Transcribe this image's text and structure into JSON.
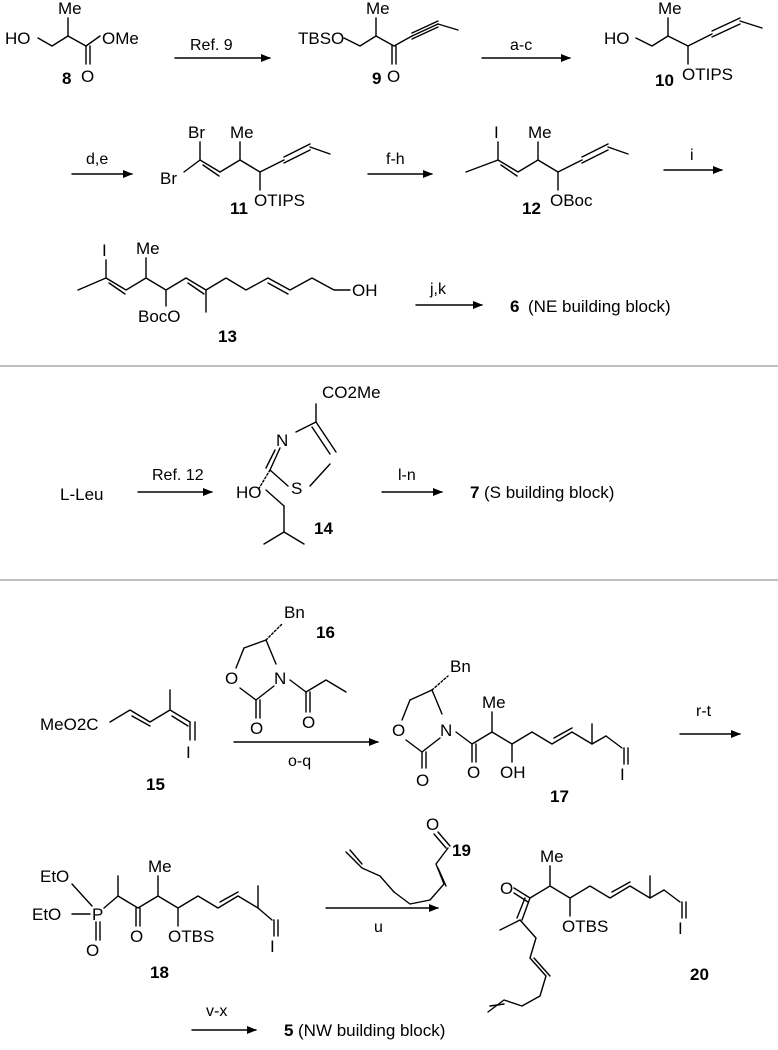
{
  "section_ne": {
    "cmpd_8": {
      "num": "8",
      "sub_me": "Me",
      "ho": "HO",
      "ome": "OMe",
      "o": "O"
    },
    "arrow_1": {
      "label": "Ref. 9"
    },
    "cmpd_9": {
      "num": "9",
      "tbso": "TBSO",
      "me": "Me",
      "o": "O"
    },
    "arrow_2": {
      "label": "a-c"
    },
    "cmpd_10": {
      "num": "10",
      "ho": "HO",
      "me": "Me",
      "otips": "OTIPS"
    },
    "arrow_3": {
      "label": "d,e"
    },
    "cmpd_11": {
      "num": "11",
      "br1": "Br",
      "br2": "Br",
      "me": "Me",
      "otips": "OTIPS"
    },
    "arrow_4": {
      "label": "f-h"
    },
    "cmpd_12": {
      "num": "12",
      "i": "I",
      "me": "Me",
      "oboc": "OBoc"
    },
    "arrow_5": {
      "label": "i"
    },
    "cmpd_13": {
      "num": "13",
      "i": "I",
      "me": "Me",
      "boco": "BocO",
      "oh": "OH"
    },
    "arrow_6": {
      "label": "j,k"
    },
    "product_6": {
      "num": "6",
      "desc": "(NE building block)"
    }
  },
  "section_s": {
    "start": "L-Leu",
    "arrow_1": {
      "label": "Ref. 12"
    },
    "cmpd_14": {
      "num": "14",
      "co2me": "CO2Me",
      "n": "N",
      "s": "S",
      "ho": "HO"
    },
    "arrow_2": {
      "label": "l-n"
    },
    "product_7": {
      "num": "7",
      "desc": "(S building block)"
    }
  },
  "section_nw": {
    "cmpd_15": {
      "num": "15",
      "meo2c": "MeO2C",
      "i": "I"
    },
    "cmpd_16": {
      "num": "16",
      "bn": "Bn",
      "o1": "O",
      "n": "N",
      "o2": "O",
      "o3": "O"
    },
    "arrow_1": {
      "label": "o-q"
    },
    "cmpd_17": {
      "num": "17",
      "bn": "Bn",
      "o1": "O",
      "n": "N",
      "o2": "O",
      "o3": "O",
      "me": "Me",
      "oh": "OH",
      "i": "I"
    },
    "arrow_2": {
      "label": "r-t"
    },
    "cmpd_18": {
      "num": "18",
      "eto1": "EtO",
      "eto2": "EtO",
      "p": "P",
      "o_p": "O",
      "o_k": "O",
      "me": "Me",
      "otbs": "OTBS",
      "i": "I"
    },
    "cmpd_19": {
      "num": "19",
      "o": "O"
    },
    "arrow_3": {
      "label": "u"
    },
    "cmpd_20": {
      "num": "20",
      "o": "O",
      "me": "Me",
      "otbs": "OTBS",
      "i": "I"
    },
    "arrow_4": {
      "label": "v-x"
    },
    "product_5": {
      "num": "5",
      "desc": "(NW building block)"
    }
  }
}
